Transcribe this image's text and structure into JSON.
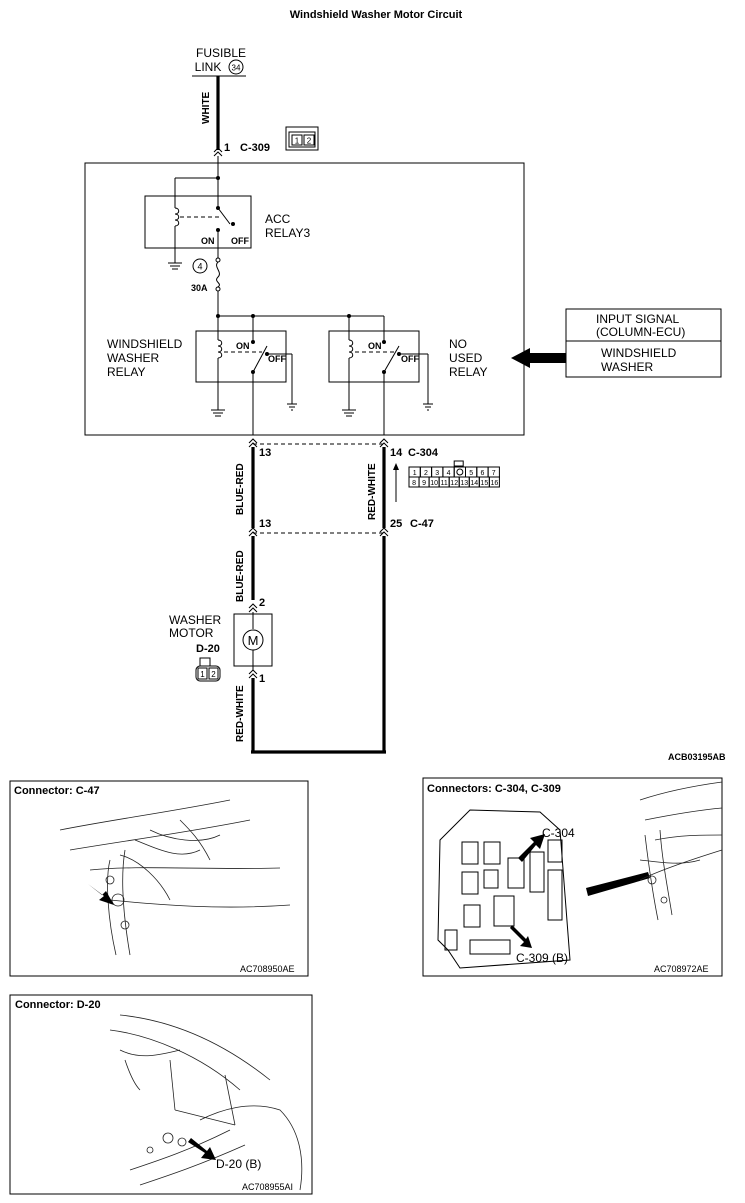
{
  "title": "Windshield Washer Motor Circuit",
  "fusible_link": {
    "label_line1": "FUSIBLE",
    "label_line2": "LINK",
    "number": "34"
  },
  "wires": {
    "white": "WHITE",
    "blue_red_upper": "BLUE-RED",
    "blue_red_lower": "BLUE-RED",
    "red_white_right": "RED-WHITE",
    "red_white_lower": "RED-WHITE"
  },
  "connectors": {
    "c309": {
      "pin": "1",
      "name": "C-309",
      "pins": [
        "1",
        "2"
      ]
    },
    "c304": {
      "pin_left": "13",
      "pin_right": "14",
      "name": "C-304",
      "grid_row1": [
        "1",
        "2",
        "3",
        "4",
        "",
        "5",
        "6",
        "7"
      ],
      "grid_row2": [
        "8",
        "9",
        "10",
        "11",
        "12",
        "13",
        "14",
        "15",
        "16"
      ]
    },
    "c47": {
      "pin_left": "13",
      "pin_right": "25",
      "name": "C-47"
    },
    "d20": {
      "pin_top": "2",
      "pin_bottom": "1",
      "name": "D-20",
      "pins": [
        "1",
        "2"
      ]
    }
  },
  "relays": {
    "acc": {
      "line1": "ACC",
      "line2": "RELAY3",
      "on": "ON",
      "off": "OFF"
    },
    "washer": {
      "line1": "WINDSHIELD",
      "line2": "WASHER",
      "line3": "RELAY",
      "on": "ON",
      "off": "OFF"
    },
    "unused": {
      "line1": "NO",
      "line2": "USED",
      "line3": "RELAY",
      "on": "ON",
      "off": "OFF"
    }
  },
  "fuse": {
    "number": "4",
    "rating": "30A"
  },
  "input_signal": {
    "line1": "INPUT SIGNAL",
    "line2": "(COLUMN-ECU)",
    "line3": "WINDSHIELD",
    "line4": "WASHER"
  },
  "motor": {
    "line1": "WASHER",
    "line2": "MOTOR",
    "symbol": "M"
  },
  "diagram_code": "ACB03195AB",
  "panels": {
    "c47": {
      "title": "Connector: C-47",
      "code": "AC708950AE"
    },
    "c304_c309": {
      "title": "Connectors: C-304, C-309",
      "code": "AC708972AE",
      "label_c304": "C-304",
      "label_c309": "C-309 (B)"
    },
    "d20": {
      "title": "Connector: D-20",
      "code": "AC708955AI",
      "label_d20": "D-20 (B)"
    }
  }
}
